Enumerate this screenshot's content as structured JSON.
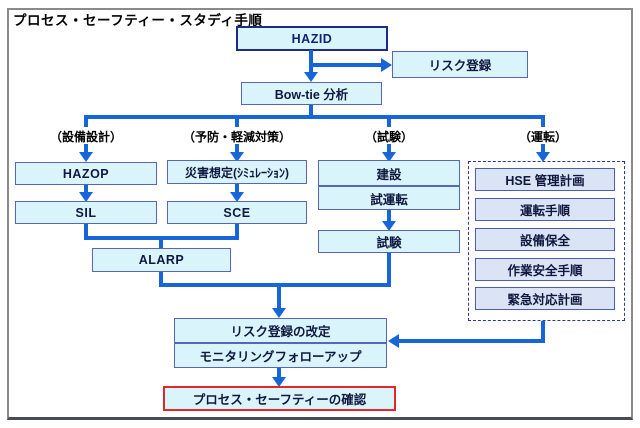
{
  "title": "プロセス・セーフティー・スタディ手順",
  "nodes": {
    "hazid": "HAZID",
    "risk_register": "リスク登録",
    "bowtie": "Bow-tie 分析",
    "hazop": "HAZOP",
    "sil": "SIL",
    "disaster_simulation": "災害想定(ｼﾐｭﾚｰｼｮﾝ)",
    "sce": "SCE",
    "alarp": "ALARP",
    "construction": "建設",
    "commissioning": "試運転",
    "test": "試験",
    "hse_management_plan": "HSE 管理計画",
    "operation_procedure": "運転手順",
    "facility_maintenance": "設備保全",
    "work_safety_procedure": "作業安全手順",
    "emergency_response_plan": "緊急対応計画",
    "risk_register_revision": "リスク登録の改定",
    "monitoring_followup": "モニタリングフォローアップ",
    "process_safety_confirmation": "プロセス・セーフティーの確認"
  },
  "branch_labels": {
    "equipment_design": "（設備設計）",
    "prevention_mitigation": "（予防・軽減対策）",
    "testing": "（試験）",
    "operation": "（運転）"
  },
  "colors": {
    "connector_blue": "#1766d9",
    "box_fill_cyan": "#d9f4fb",
    "box_border_blue": "#5766bd",
    "hazid_border_navy": "#1e2b87",
    "group_fill_lavender": "#dae4f5",
    "dashed_border_navy": "#2c36a3",
    "highlight_red": "#e12727",
    "frame_gray": "#8a8a8a"
  }
}
